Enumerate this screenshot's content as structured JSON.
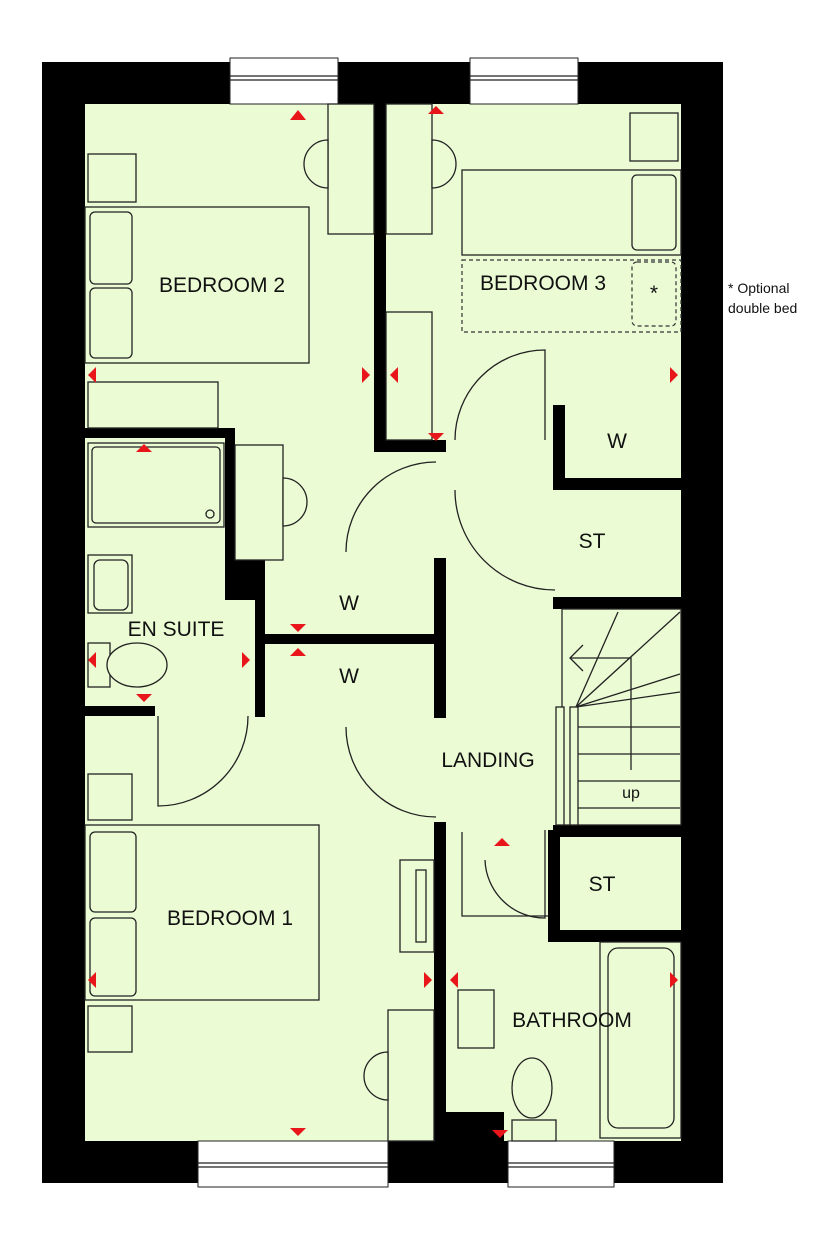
{
  "rooms": {
    "bedroom2": "BEDROOM 2",
    "bedroom3": "BEDROOM 3",
    "en_suite": "EN SUITE",
    "w_upper": "W",
    "st_upper": "ST",
    "w_mid1": "W",
    "w_mid2": "W",
    "landing": "LANDING",
    "stairs": "up",
    "bedroom1": "BEDROOM 1",
    "st_lower": "ST",
    "bathroom": "BATHROOM"
  },
  "optional_marker": "*",
  "note": {
    "symbol": "*",
    "line1": "Optional",
    "line2": "double bed"
  },
  "colors": {
    "floor": "#ebfbd4",
    "wall": "#000000",
    "marker": "#e8151b"
  }
}
